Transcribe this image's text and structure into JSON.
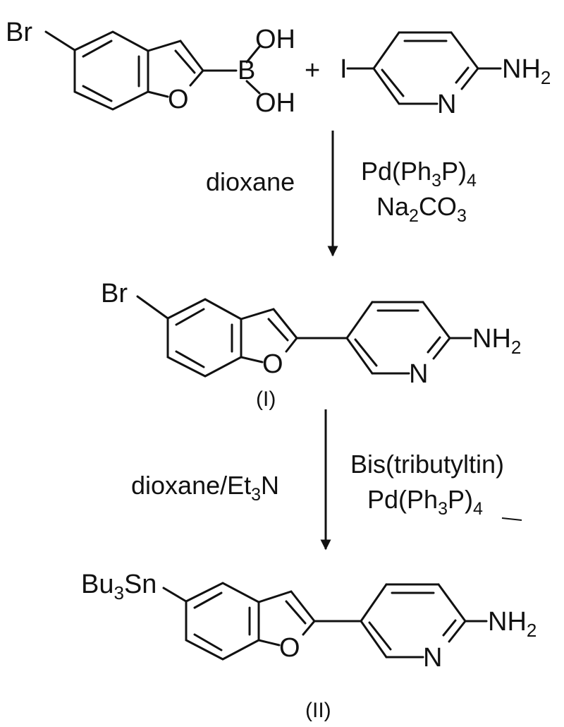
{
  "reactant1": {
    "Br": "Br",
    "B": "B",
    "OH_top": "OH",
    "OH_bottom": "OH",
    "O": "O"
  },
  "plus": "+",
  "reactant2": {
    "I": "I",
    "N": "N",
    "NH": "NH",
    "NH_sub": "2"
  },
  "step1": {
    "solvent": "dioxane",
    "reagent1": {
      "pre": "Pd(Ph",
      "sub1": "3",
      "mid": "P)",
      "sub2": "4"
    },
    "reagent2": {
      "pre": "Na",
      "sub1": "2",
      "mid": "CO",
      "sub2": "3"
    }
  },
  "product1": {
    "Br": "Br",
    "O": "O",
    "N": "N",
    "NH": "NH",
    "NH_sub": "2",
    "label": "(I)"
  },
  "step2": {
    "solvent": {
      "pre": "dioxane/Et",
      "sub": "3",
      "post": "N"
    },
    "reagent1": "Bis(tributyltin)",
    "reagent2": {
      "pre": "Pd(Ph",
      "sub1": "3",
      "mid": "P)",
      "sub2": "4"
    }
  },
  "product2": {
    "stannyl": {
      "pre": "Bu",
      "sub": "3",
      "post": "Sn"
    },
    "O": "O",
    "N": "N",
    "NH": "NH",
    "NH_sub": "2",
    "label": "(II)"
  }
}
